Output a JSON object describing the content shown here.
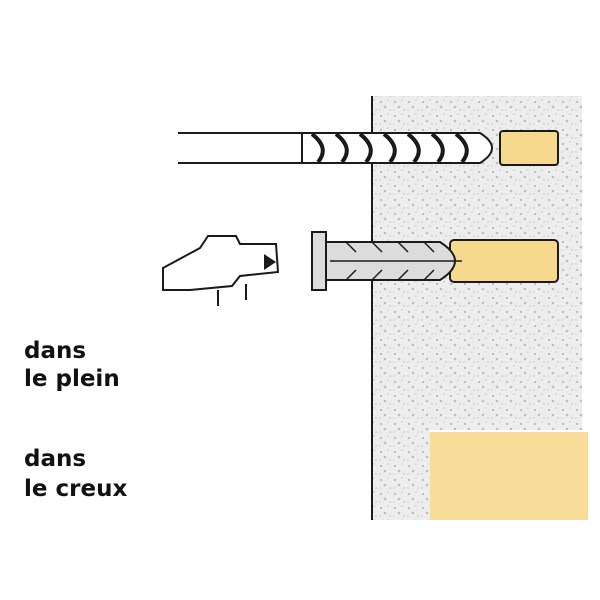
{
  "labels": {
    "solid_line1": "dans",
    "solid_line2": "le plein",
    "hollow_line1": "dans",
    "hollow_line2": "le creux"
  },
  "colors": {
    "wall": "#ececec",
    "hole": "#f7d98e",
    "cavity": "#f8dc9a",
    "washer": "#e5862c",
    "outline": "#1a1a1a",
    "plug": "#dcdcdc"
  },
  "icons": [
    "drill-bit-icon",
    "hammer-icon",
    "screwdriver-icon",
    "rotation-arrow-icon",
    "wall-plug-icon",
    "screw-icon"
  ]
}
